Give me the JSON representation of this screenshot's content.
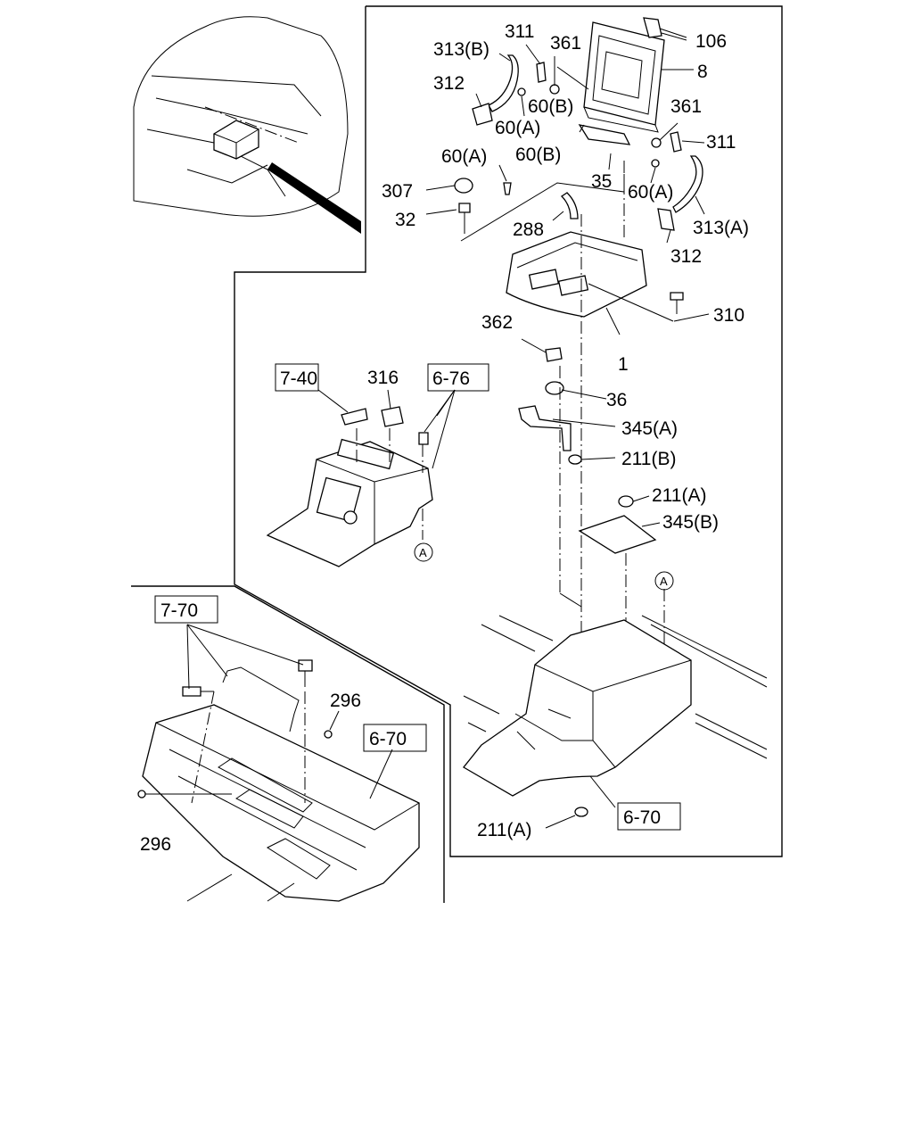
{
  "diagram": {
    "callouts": {
      "c106": "106",
      "c8": "8",
      "c311_top": "311",
      "c313b": "313(B)",
      "c361_top": "361",
      "c312_top": "312",
      "c60b_1": "60(B)",
      "c60a_1": "60(A)",
      "c361_right": "361",
      "c311_right": "311",
      "c60a_2": "60(A)",
      "c60b_2": "60(B)",
      "c35": "35",
      "c60a_3": "60(A)",
      "c313a": "313(A)",
      "c307": "307",
      "c32": "32",
      "c288": "288",
      "c312_right": "312",
      "c310": "310",
      "c362": "362",
      "c1": "1",
      "c316": "316",
      "c36": "36",
      "c345a": "345(A)",
      "c211b": "211(B)",
      "c211a_1": "211(A)",
      "c345b": "345(B)",
      "c296_top": "296",
      "c296_bottom": "296",
      "c211a_2": "211(A)"
    },
    "refs": {
      "r740": "7-40",
      "r676": "6-76",
      "r770": "7-70",
      "r670_left": "6-70",
      "r670_bottom": "6-70"
    },
    "markers": {
      "a_left": "A",
      "a_right": "A"
    }
  }
}
